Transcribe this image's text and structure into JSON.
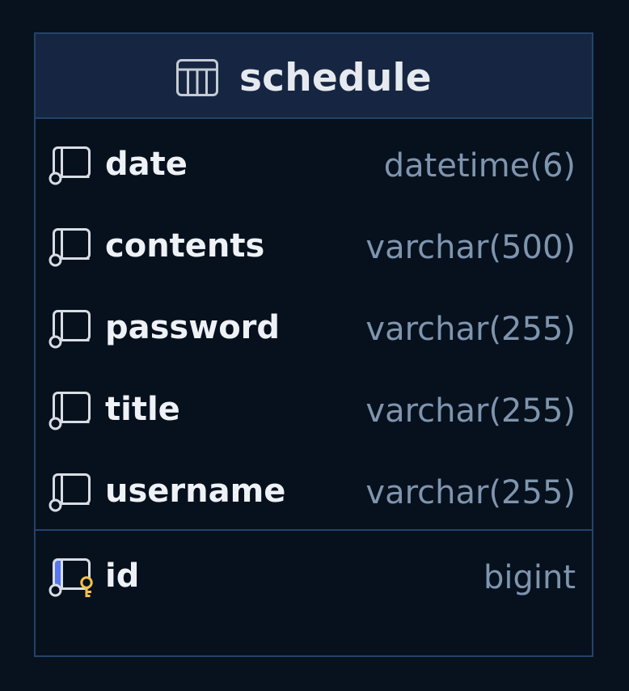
{
  "table": {
    "title": "schedule",
    "columns": [
      {
        "name": "date",
        "type": "datetime(6)"
      },
      {
        "name": "contents",
        "type": "varchar(500)"
      },
      {
        "name": "password",
        "type": "varchar(255)"
      },
      {
        "name": "title",
        "type": "varchar(255)"
      },
      {
        "name": "username",
        "type": "varchar(255)"
      }
    ],
    "primary_key": {
      "name": "id",
      "type": "bigint"
    }
  },
  "icons": {
    "table": "table-icon",
    "column": "column-icon",
    "primary_key": "primary-key-column-icon"
  },
  "colors": {
    "background": "#08121f",
    "header": "#162642",
    "border": "#23436a",
    "text": "#eef1f5",
    "muted": "#7f95ae",
    "pk_blue": "#5b7cff",
    "pk_key": "#f2c24b"
  }
}
